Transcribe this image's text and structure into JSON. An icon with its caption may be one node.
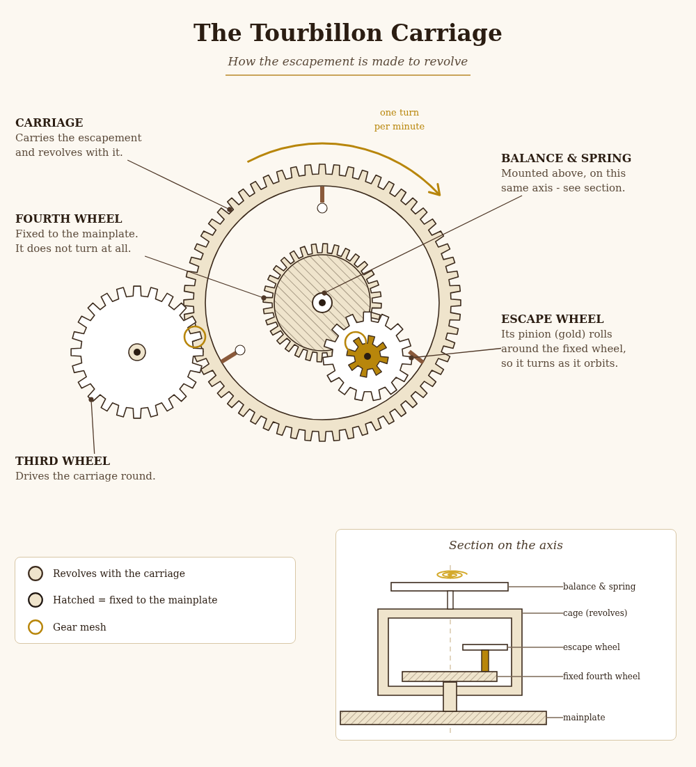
{
  "diagram": {
    "title": "The Tourbillon Carriage",
    "nodes": [
      {
        "text": [
          "CARRIAGE",
          "Carries the escapement and revolves with it."
        ]
      },
      {
        "text": [
          "BALANCE & SPRING",
          "Mounted above, on this same axis - see section."
        ]
      },
      {
        "text": [
          "FOURTH WHEEL",
          "Fixed to the mainplate. It does not turn at all."
        ]
      },
      {
        "text": [
          "ESCAPE WHEEL",
          "Its pinion (gold) rolls around the fixed wheel, so it turns as it orbits."
        ]
      },
      {
        "text": [
          "THIRD WHEEL",
          "Drives the carriage round."
        ]
      },
      {
        "text": [],
        "shape": "gear"
      },
      {
        "text": [],
        "shape": "gear",
        "in": 5
      },
      {
        "text": [],
        "shape": "circle",
        "in": 6
      },
      {
        "text": [],
        "shape": "gear",
        "in": 5
      },
      {
        "text": [],
        "shape": "gear"
      },
      {
        "text": [
          "Section on the axis"
        ]
      },
      {
        "text": [],
        "shape": "bar",
        "in": 10
      },
      {
        "text": [],
        "shape": "box",
        "in": 10
      },
      {
        "text": [],
        "shape": "bar",
        "in": 12
      },
      {
        "text": [],
        "shape": "bar",
        "in": 12
      },
      {
        "text": [],
        "shape": "bar",
        "in": 10
      },
      {
        "text": [
          "balance & spring"
        ],
        "in": 10
      },
      {
        "text": [
          "cage (revolves)"
        ],
        "in": 10
      },
      {
        "text": [
          "escape wheel"
        ],
        "in": 10
      },
      {
        "text": [
          "fixed fourth wheel"
        ],
        "in": 10
      },
      {
        "text": [
          "mainplate"
        ],
        "in": 10
      }
    ],
    "edges": [
      {
        "from": 0,
        "to": 5,
        "arrow": "other"
      },
      {
        "from": 1,
        "to": 7,
        "arrow": "other"
      },
      {
        "from": 2,
        "to": 6,
        "arrow": "other"
      },
      {
        "from": 3,
        "to": 8,
        "arrow": "other"
      },
      {
        "from": 4,
        "to": 9,
        "arrow": "other"
      },
      {
        "from": 16,
        "to": 11,
        "arrow": "none"
      },
      {
        "from": 17,
        "to": 12,
        "arrow": "none"
      },
      {
        "from": 18,
        "to": 13,
        "arrow": "none"
      },
      {
        "from": 19,
        "to": 14,
        "arrow": "none"
      },
      {
        "from": 20,
        "to": 15,
        "arrow": "none"
      }
    ],
    "labels": [
      "How the escapement is made to revolve",
      "one turn per minute"
    ],
    "legend": [
      {
        "text": "Revolves with the carriage",
        "color": "#efe4cc"
      },
      {
        "text": "Hatched = fixed to the mainplate",
        "color": "#efe4cc"
      },
      {
        "text": "Gear mesh",
        "color": "#b8860b"
      }
    ]
  }
}
